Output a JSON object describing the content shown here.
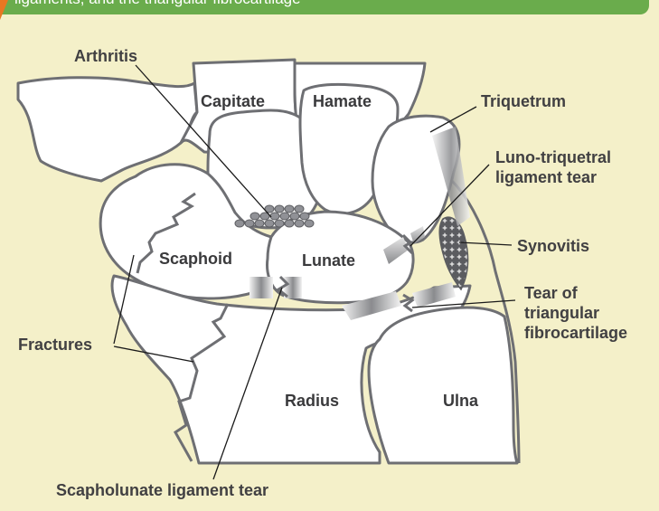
{
  "header": {
    "caption": "ligaments, and the triangular fibrocartilage"
  },
  "bones": {
    "capitate": "Capitate",
    "hamate": "Hamate",
    "scaphoid": "Scaphoid",
    "lunate": "Lunate",
    "radius": "Radius",
    "ulna": "Ulna"
  },
  "callouts": {
    "arthritis": "Arthritis",
    "triquetrum": "Triquetrum",
    "luno_line1": "Luno-triquetral",
    "luno_line2": "ligament tear",
    "synovitis": "Synovitis",
    "tfcc_line1": "Tear of",
    "tfcc_line2": "triangular",
    "tfcc_line3": "fibrocartilage",
    "fractures": "Fractures",
    "scapholunate": "Scapholunate ligament tear"
  },
  "colors": {
    "background": "#f4f0c9",
    "header_bar": "#6aac4c",
    "header_accent": "#e87722",
    "bone_outline": "#6e6f73",
    "label_text": "#3a3a3c"
  }
}
